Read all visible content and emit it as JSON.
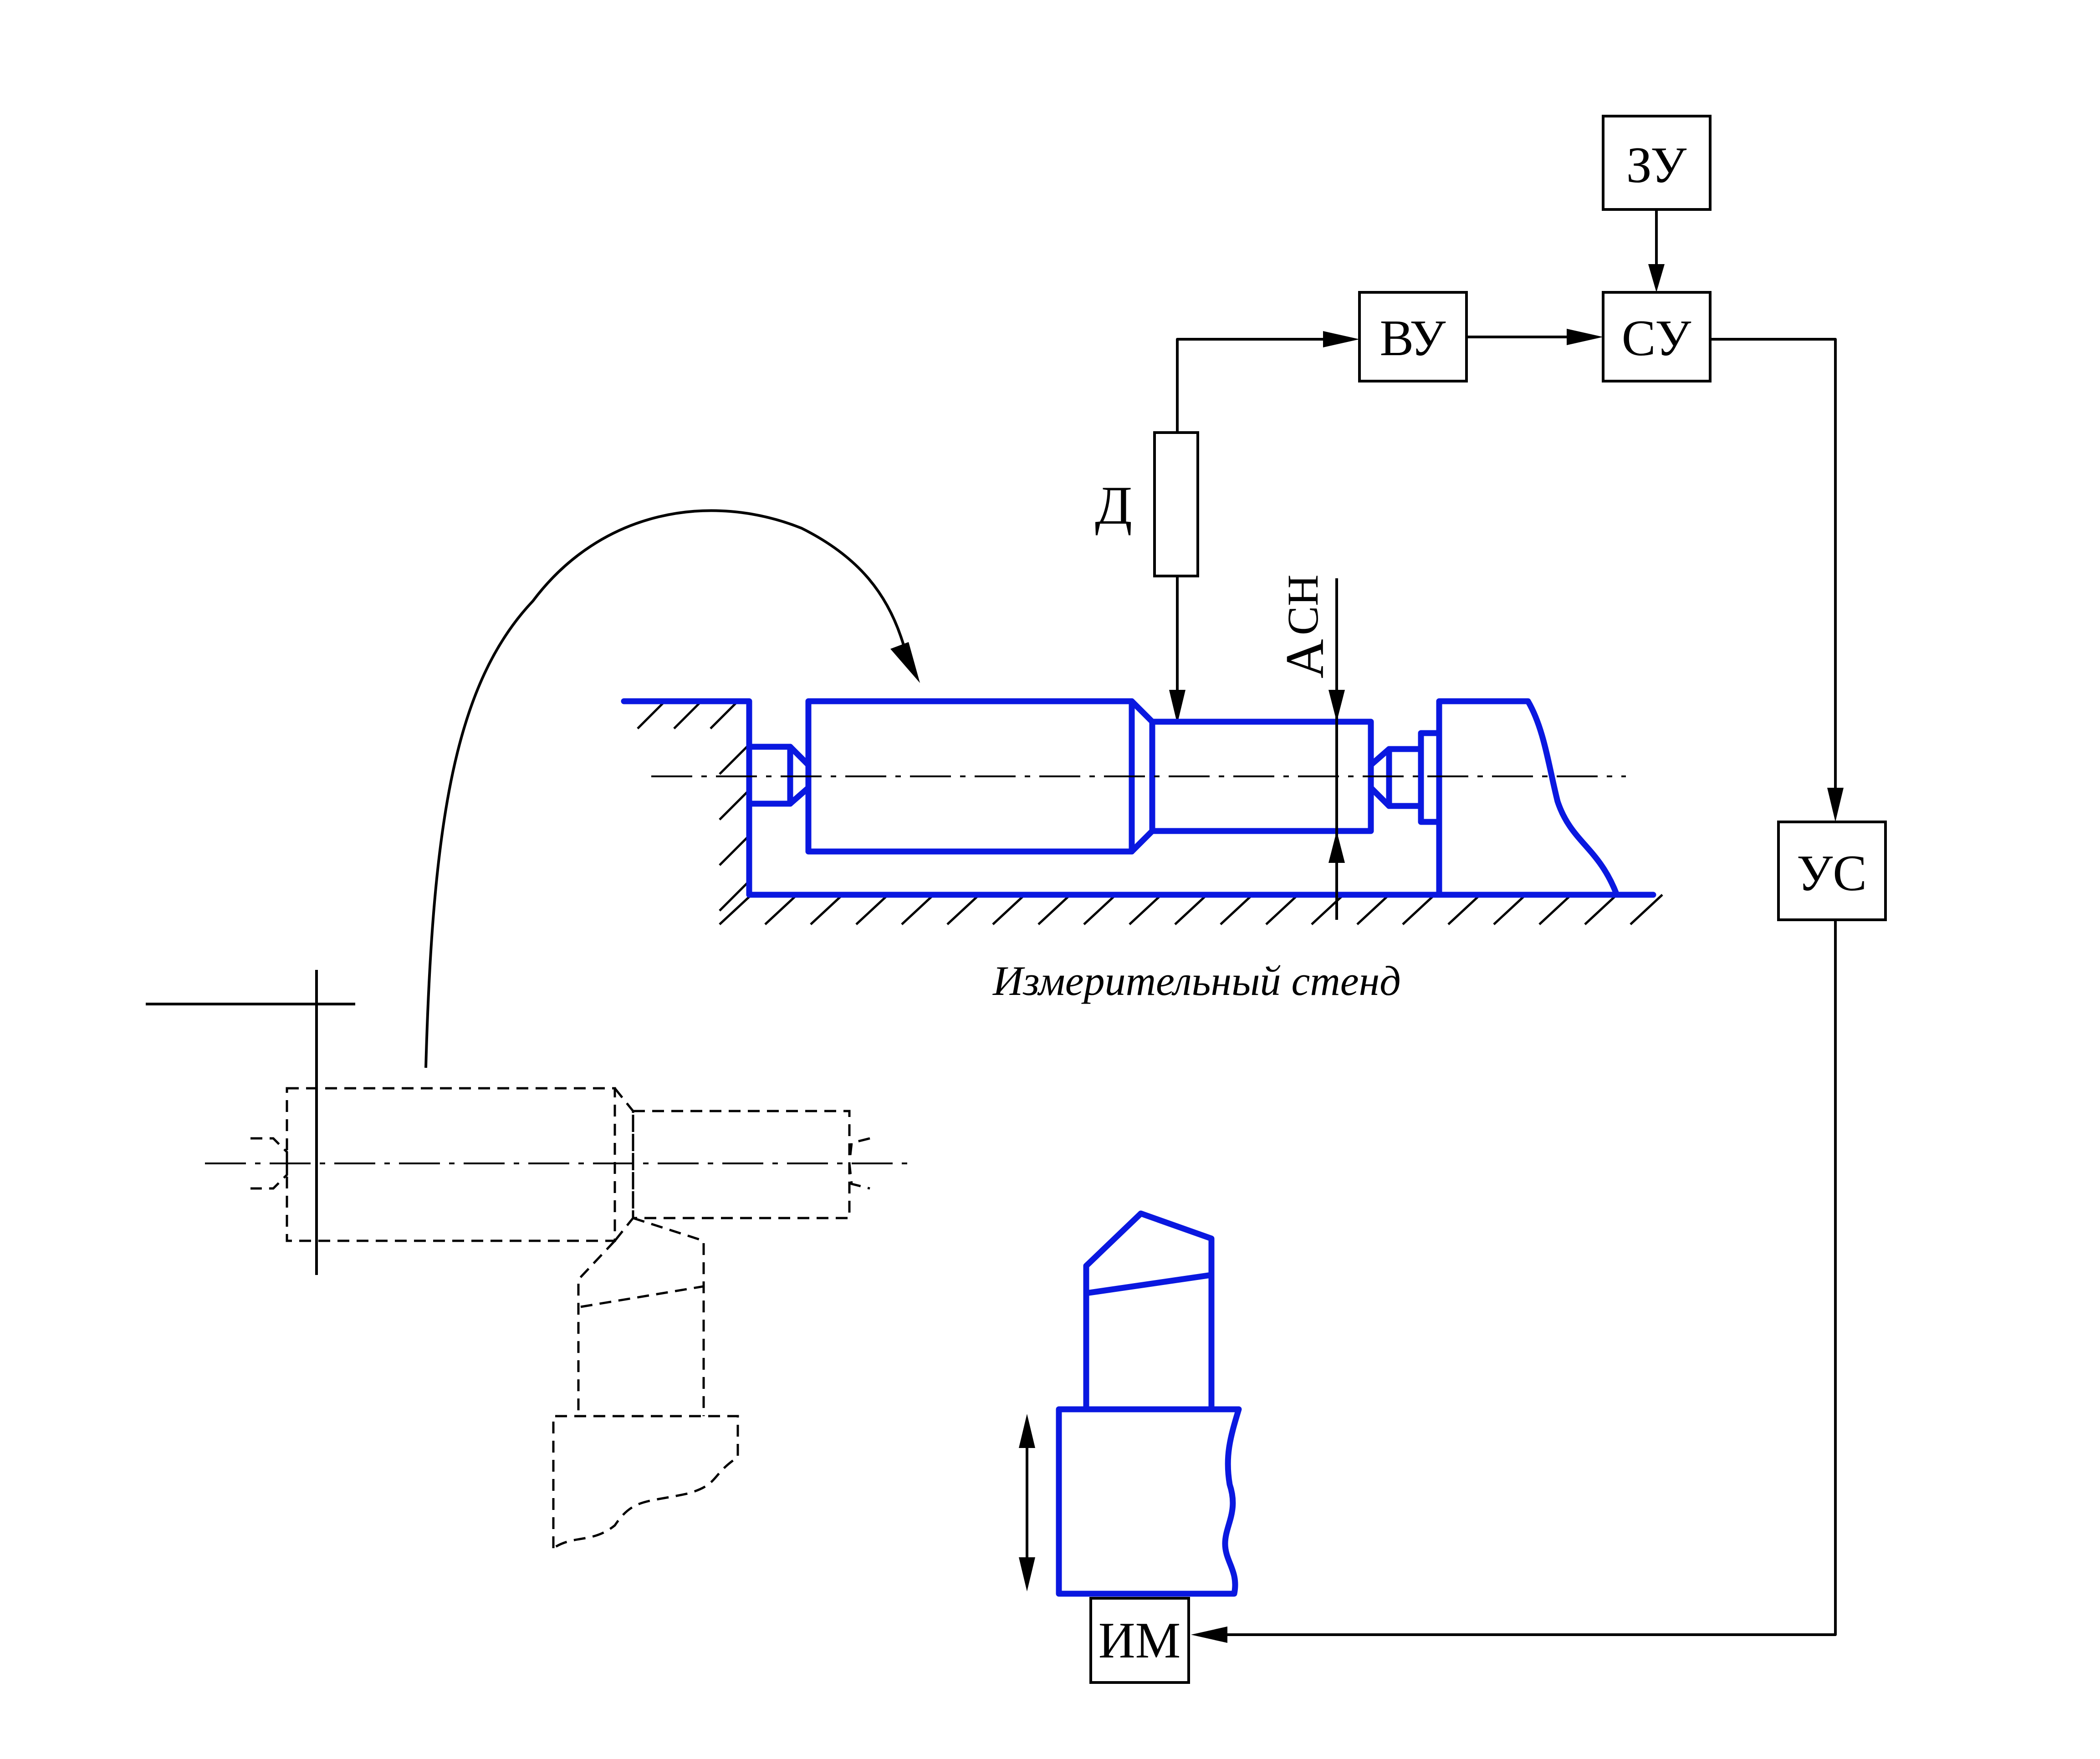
{
  "blocks": {
    "zu": "ЗУ",
    "vu": "ВУ",
    "su": "СУ",
    "us": "УС",
    "im": "ИМ"
  },
  "sensor_label": "Д",
  "dimension_label": {
    "main": "А",
    "subscript": "СН"
  },
  "stand_caption": "Измерительный  стенд",
  "colors": {
    "stand_parts": "#0a18e0",
    "lines": "#000000",
    "background": "#ffffff"
  }
}
